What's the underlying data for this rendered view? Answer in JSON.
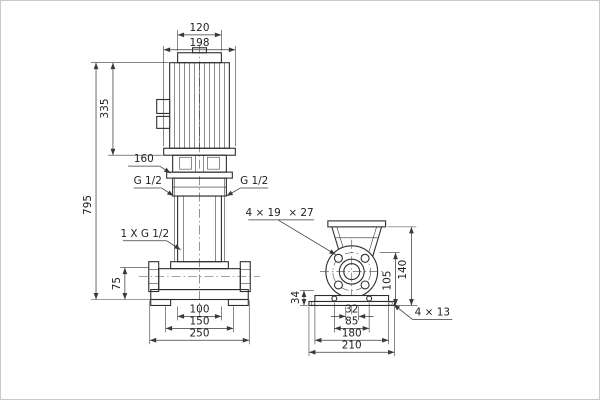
{
  "drawing": {
    "front": {
      "dim_top_width": "120",
      "dim_motor_width": "198",
      "dim_motor_height": "335",
      "dim_coupling": "160",
      "port_left": "G 1/2",
      "port_right": "G 1/2",
      "dim_total_height": "795",
      "drain_port": "1 X G 1/2",
      "dim_port_height": "75",
      "dim_flange_width": "100",
      "dim_bolt_span": "150",
      "dim_base_width": "250"
    },
    "side": {
      "flange_bolt_note": "4 × 19",
      "flange_thickness_note": "× 27",
      "dim_foot_height": "34",
      "dim_mid_height": "105",
      "dim_bracket_height": "140",
      "base_bolt_note": "4 × 13",
      "dim_bore": "32",
      "dim_hole_span": "85",
      "dim_base_length": "180",
      "dim_base_total": "210"
    }
  }
}
